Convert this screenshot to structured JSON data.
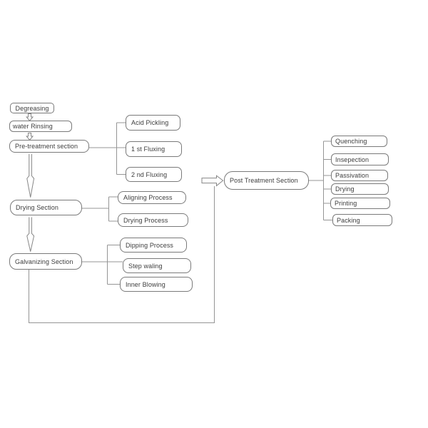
{
  "flowchart": {
    "main": {
      "degreasing": "Degreasing",
      "water_rinsing": "water Rinsing",
      "pre_treatment": "Pre-treatment section",
      "drying": "Drying Section",
      "galvanizing": "Galvanizing Section",
      "post_treatment": "Post Treatment Section"
    },
    "pre_treatment_steps": [
      "Acid Pickling",
      "1 st Fluxing",
      "2 nd Fluxing"
    ],
    "drying_steps": [
      "Aligning Process",
      "Drying Process"
    ],
    "galvanizing_steps": [
      "Dipping Process",
      "Step waling",
      "Inner Blowing"
    ],
    "post_treatment_steps": [
      "Quenching",
      "Insepection",
      "Passivation",
      "Drying",
      "Printing",
      "Packing"
    ],
    "colors": {
      "background": "#ffffff",
      "box_border": "#7a7a7a",
      "connector": "#959595",
      "arrow_outline": "#868686",
      "text": "#3d3d3d"
    }
  }
}
